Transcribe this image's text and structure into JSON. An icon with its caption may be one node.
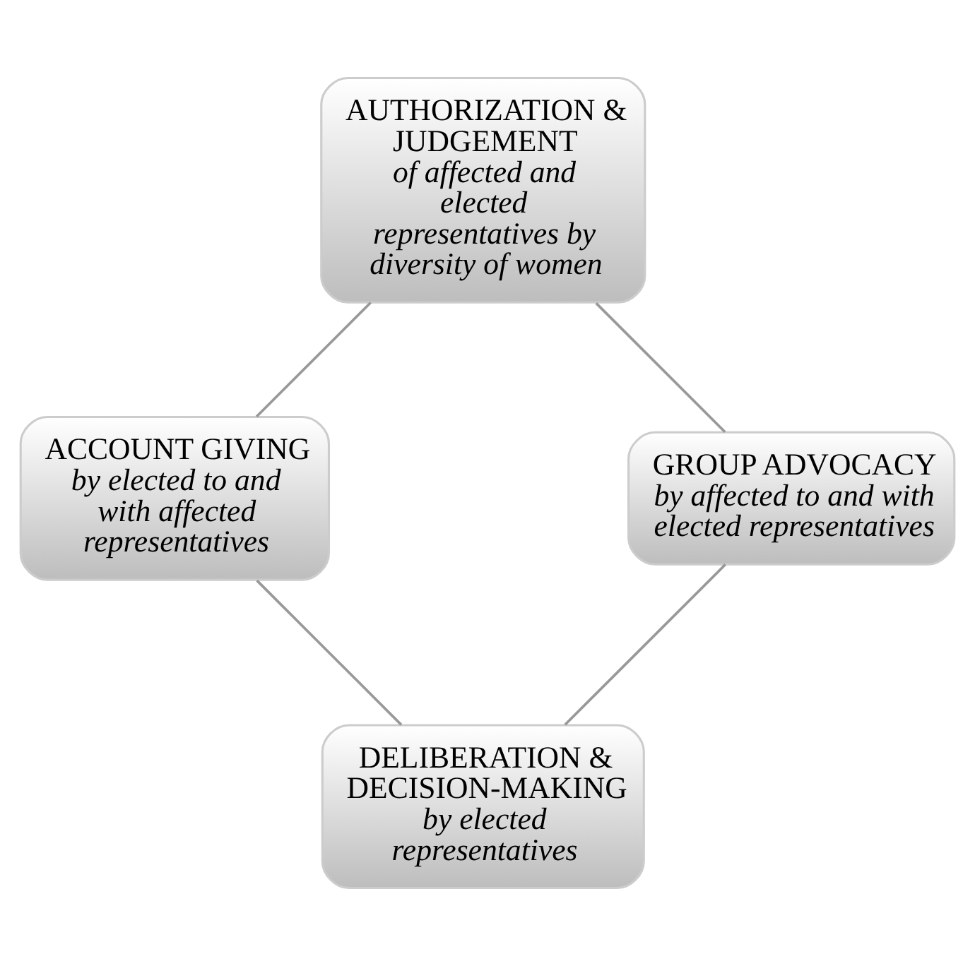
{
  "diagram": {
    "nodes": [
      {
        "text": [
          "DELIBERATION & DECISION-MAKING",
          "by elected representatives"
        ]
      },
      {
        "text": [
          "GROUP ADVOCACY",
          "by affected to and with elected representatives"
        ]
      },
      {
        "text": [
          "ACCOUNT GIVING",
          "by elected to and with affected representatives"
        ]
      },
      {
        "text": [
          "AUTHORIZATION & JUDGEMENT",
          "of affected and elected representatives by diversity of women"
        ]
      }
    ],
    "edges": [
      {
        "from": 0,
        "to": 2,
        "arrow": "none"
      },
      {
        "from": 2,
        "to": 3,
        "arrow": "none"
      },
      {
        "from": 3,
        "to": 1,
        "arrow": "none"
      },
      {
        "from": 1,
        "to": 0,
        "arrow": "none"
      }
    ]
  }
}
